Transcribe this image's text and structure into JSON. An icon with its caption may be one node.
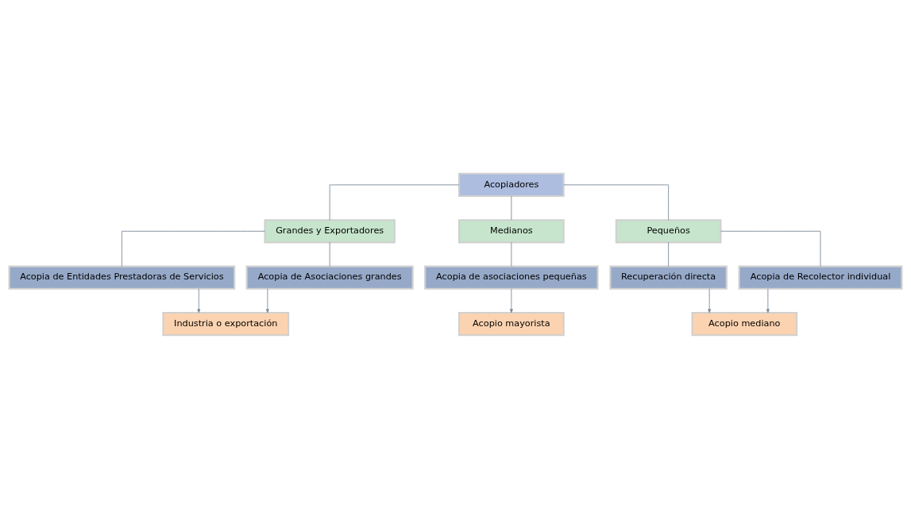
{
  "diagram": {
    "nodes": [
      {
        "text": [
          "Acopiadores"
        ]
      },
      {
        "text": [
          "Grandes y Exportadores"
        ]
      },
      {
        "text": [
          "Medianos"
        ]
      },
      {
        "text": [
          "Pequeños"
        ]
      },
      {
        "text": [
          "Acopia de Entidades Prestadoras de Servicios"
        ]
      },
      {
        "text": [
          "Acopia de Asociaciones grandes"
        ]
      },
      {
        "text": [
          "Acopia de asociaciones pequeñas"
        ]
      },
      {
        "text": [
          "Recuperación directa"
        ]
      },
      {
        "text": [
          "Acopia de Recolector individual"
        ]
      },
      {
        "text": [
          "Industria o exportación"
        ]
      },
      {
        "text": [
          "Acopio mayorista"
        ]
      },
      {
        "text": [
          "Acopio mediano"
        ]
      }
    ],
    "edges": [
      {
        "from": 0,
        "to": 1,
        "arrow": "none"
      },
      {
        "from": 0,
        "to": 2,
        "arrow": "none"
      },
      {
        "from": 0,
        "to": 3,
        "arrow": "none"
      },
      {
        "from": 1,
        "to": 4,
        "arrow": "none"
      },
      {
        "from": 1,
        "to": 5,
        "arrow": "none"
      },
      {
        "from": 2,
        "to": 6,
        "arrow": "none"
      },
      {
        "from": 3,
        "to": 7,
        "arrow": "none"
      },
      {
        "from": 3,
        "to": 8,
        "arrow": "none"
      },
      {
        "from": 4,
        "to": 9,
        "arrow": "to"
      },
      {
        "from": 5,
        "to": 9,
        "arrow": "to"
      },
      {
        "from": 6,
        "to": 10,
        "arrow": "to"
      },
      {
        "from": 7,
        "to": 11,
        "arrow": "to"
      },
      {
        "from": 8,
        "to": 11,
        "arrow": "to"
      }
    ]
  }
}
